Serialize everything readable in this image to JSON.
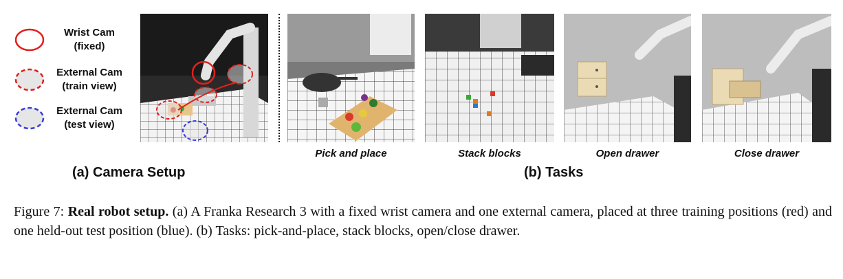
{
  "legend": [
    {
      "line1": "Wrist Cam",
      "line2": "(fixed)",
      "style": "solid",
      "color": "#e0201c"
    },
    {
      "line1": "External Cam",
      "line2": "(train view)",
      "style": "dashed",
      "color": "#e0201c"
    },
    {
      "line1": "External Cam",
      "line2": "(test view)",
      "style": "dashed",
      "color": "#3a3ae0"
    }
  ],
  "subcaptions": {
    "a": "(a) Camera Setup",
    "b": "(b) Tasks"
  },
  "tasks": [
    {
      "label": "Pick and place"
    },
    {
      "label": "Stack blocks"
    },
    {
      "label": "Open drawer"
    },
    {
      "label": "Close drawer"
    }
  ],
  "caption": {
    "prefix": "Figure 7: ",
    "bold": "Real robot setup.",
    "text": " (a) A Franka Research 3 with a fixed wrist camera and one external camera, placed at three training positions (red) and one held-out test position (blue). (b) Tasks: pick-and-place, stack blocks, open/close drawer."
  }
}
